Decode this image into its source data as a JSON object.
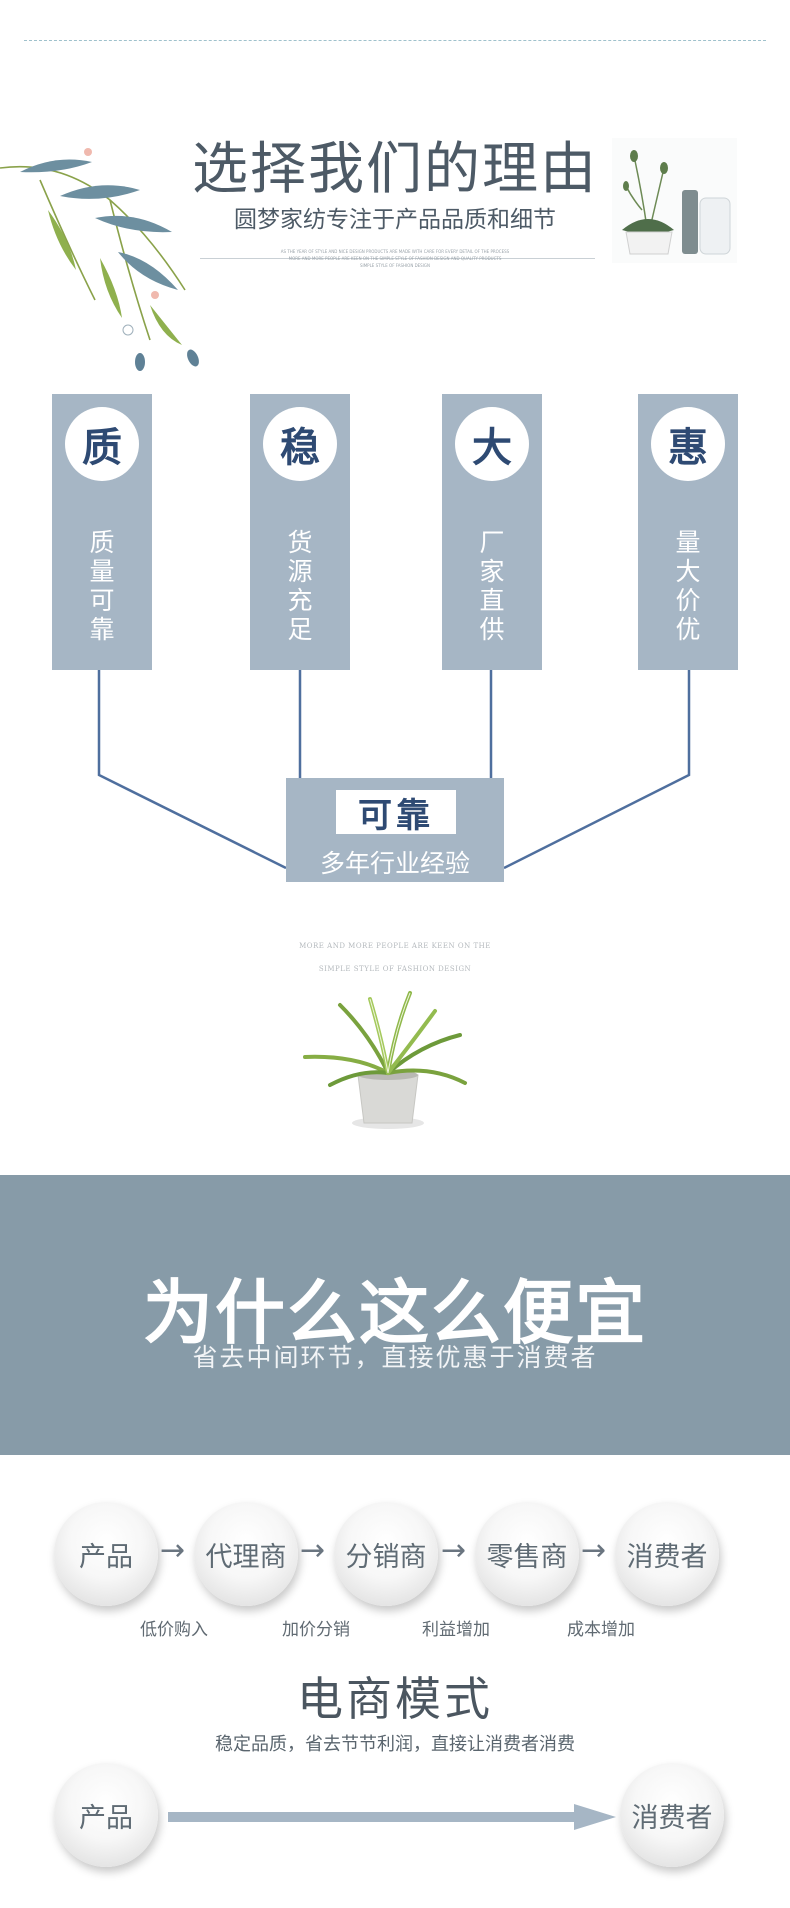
{
  "header": {
    "title": "选择我们的理由",
    "subtitle": "圆梦家纺专注于产品品质和细节",
    "fine_print": [
      "AS THE YEAR OF STYLE AND NICE DESIGN PRODUCTS ARE MADE WITH CARE FOR EVERY DETAIL OF THE PROCESS",
      "MORE AND MORE PEOPLE ARE KEEN ON THE SIMPLE STYLE OF FASHION DESIGN AND QUALITY PRODUCTS",
      "SIMPLE STYLE OF FASHION DESIGN"
    ]
  },
  "pillars": [
    {
      "char": "质",
      "text": [
        "质",
        "量",
        "可",
        "靠"
      ]
    },
    {
      "char": "稳",
      "text": [
        "货",
        "源",
        "充",
        "足"
      ]
    },
    {
      "char": "大",
      "text": [
        "厂",
        "家",
        "直",
        "供"
      ]
    },
    {
      "char": "惠",
      "text": [
        "量",
        "大",
        "价",
        "优"
      ]
    }
  ],
  "center": {
    "label": "可靠",
    "sub": "多年行业经验"
  },
  "english": {
    "line1": "MORE AND MORE PEOPLE ARE KEEN ON THE",
    "line2": "SIMPLE STYLE OF FASHION DESIGN"
  },
  "band": {
    "title": "为什么这么便宜",
    "subtitle": "省去中间环节，直接优惠于消费者"
  },
  "chain": {
    "nodes": [
      "产品",
      "代理商",
      "分销商",
      "零售商",
      "消费者"
    ],
    "arrow": "→",
    "labels": [
      "低价购入",
      "加价分销",
      "利益增加",
      "成本增加"
    ]
  },
  "mode": {
    "title": "电商模式",
    "subtitle": "稳定品质，省去节节利润，直接让消费者消费",
    "start": "产品",
    "end": "消费者"
  },
  "colors": {
    "pillar": "#a6b6c5",
    "band": "#879ba8",
    "connector": "#4f6f9e",
    "accent_text": "#2e4a73"
  },
  "icons": [
    "bamboo-leaves-decoration",
    "potted-plants-photo",
    "spider-plant-photo"
  ]
}
